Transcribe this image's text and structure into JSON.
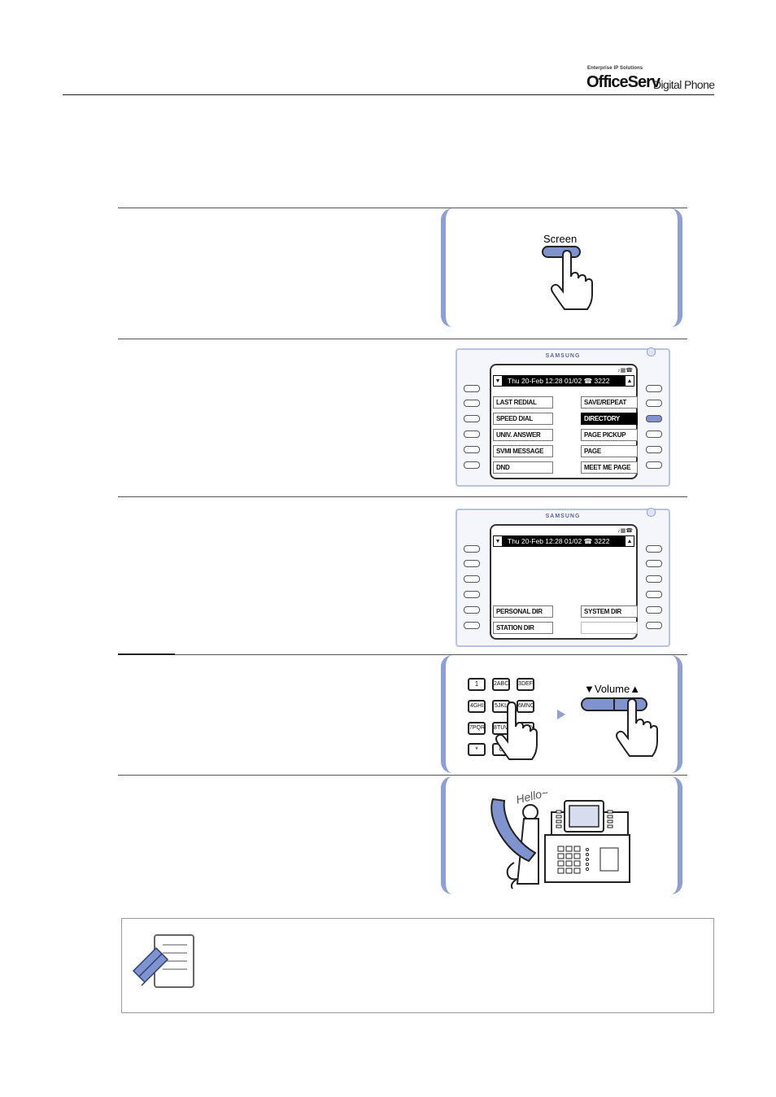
{
  "header": {
    "brand_tagline": "Enterprise IP Solutions",
    "brand_name": "OfficeServ",
    "brand_product": "Digital Phone"
  },
  "step1": {
    "button_label": "Screen"
  },
  "lcd_common": {
    "brand": "SAMSUNG",
    "status_line": "Thu 20-Feb 12:28 01/02 ☎ 3222",
    "left_arrow": "▼",
    "right_arrow": "▲"
  },
  "step2": {
    "left_items": [
      "LAST REDIAL",
      "SPEED DIAL",
      "UNIV. ANSWER",
      "SVMI MESSAGE",
      "DND"
    ],
    "right_items": [
      "SAVE/REPEAT",
      "DIRECTORY",
      "PAGE PICKUP",
      "PAGE",
      "MEET ME PAGE"
    ],
    "selected_item": "DIRECTORY"
  },
  "step3": {
    "left_items": [
      "PERSONAL DIR",
      "STATION DIR"
    ],
    "right_items": [
      "SYSTEM DIR",
      ""
    ]
  },
  "step4": {
    "keypad_keys": [
      "1",
      "2ABC",
      "3DEF",
      "4GHI",
      "5JKL",
      "6MNO",
      "7PQRS",
      "8TUV",
      "9WXYZ",
      "*",
      "0",
      "#"
    ],
    "volume_label": "▼Volume▲"
  },
  "step5": {
    "speech": "Hello~"
  },
  "icons": {
    "note_icon": "note-icon",
    "hand_icon": "pointing-hand-icon",
    "accent_color": "#8d9fd6",
    "button_color": "#7f93cf"
  }
}
